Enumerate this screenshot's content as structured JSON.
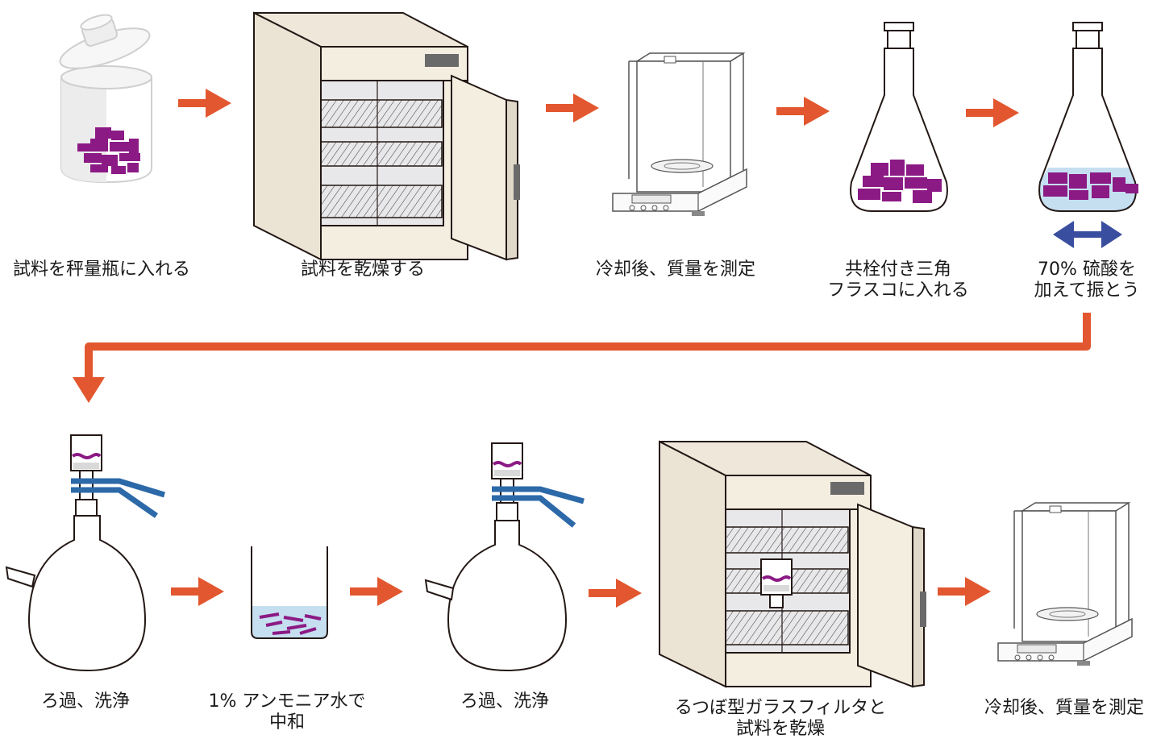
{
  "colors": {
    "arrow": "#e2572f",
    "sample": "#8b1a85",
    "tube_blue": "#2c69a8",
    "shake_arrow": "#3a4ea0",
    "liquid": "#c6dff0",
    "outline": "#231815",
    "oven_body": "#f4eee1",
    "oven_interior": "#e8e8ea"
  },
  "icons": {
    "weighing_bottle": "weighing-bottle-icon",
    "oven": "drying-oven-icon",
    "balance": "analytical-balance-icon",
    "flask": "erlenmeyer-flask-icon",
    "suction_flask": "suction-flask-icon",
    "beaker": "beaker-icon"
  },
  "steps": {
    "s1": [
      "試料を秤量瓶に入れる"
    ],
    "s2": [
      "試料を乾燥する"
    ],
    "s3": [
      "冷却後、質量を測定"
    ],
    "s4": [
      "共栓付き三角",
      "フラスコに入れる"
    ],
    "s5": [
      "70% 硫酸を",
      "加えて振とう"
    ],
    "s6": [
      "ろ過、洗浄"
    ],
    "s7": [
      "1% アンモニア水で",
      "中和"
    ],
    "s8": [
      "ろ過、洗浄"
    ],
    "s9": [
      "るつぼ型ガラスフィルタと",
      "試料を乾燥"
    ],
    "s10": [
      "冷却後、質量を測定"
    ]
  }
}
